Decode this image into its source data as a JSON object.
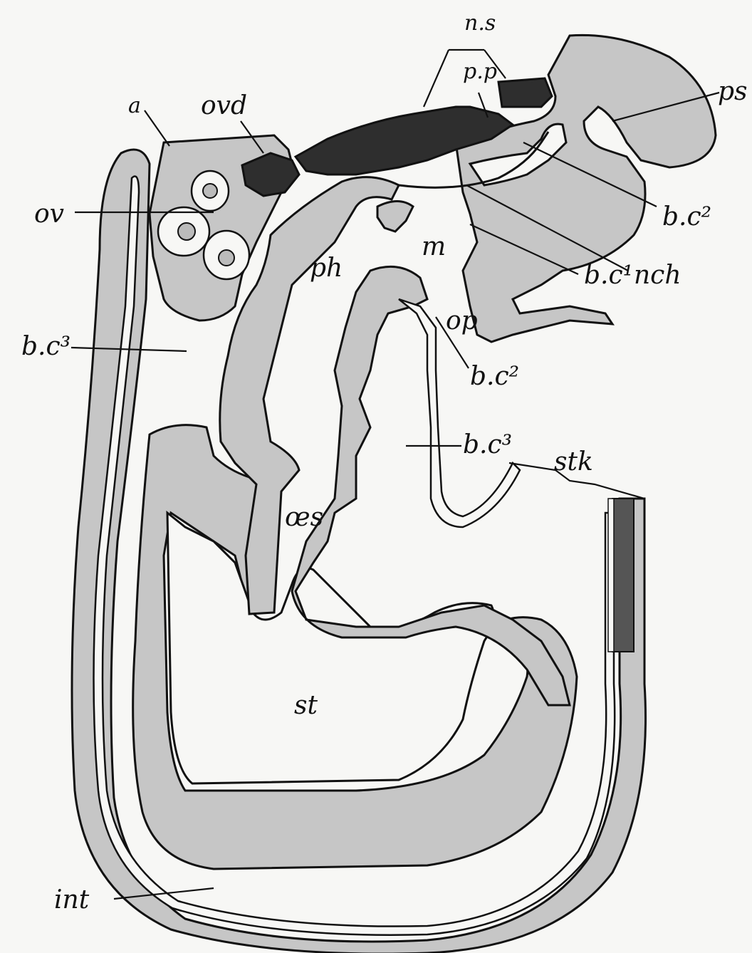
{
  "labels": {
    "n_s": "n.s",
    "p_p": "p.p",
    "ps": "ps",
    "a": "a",
    "ovd": "ovd",
    "ov": "ov",
    "b_c2_upper": "b.c²",
    "ph": "ph",
    "m": "m",
    "b_c1": "b.c¹",
    "nch": "nch",
    "op": "op",
    "b_c2_lower": "b.c²",
    "b_c3_left": "b.c³",
    "b_c3_center": "b.c³",
    "stk": "stk",
    "oes": "œs",
    "st": "st",
    "int": "int"
  }
}
